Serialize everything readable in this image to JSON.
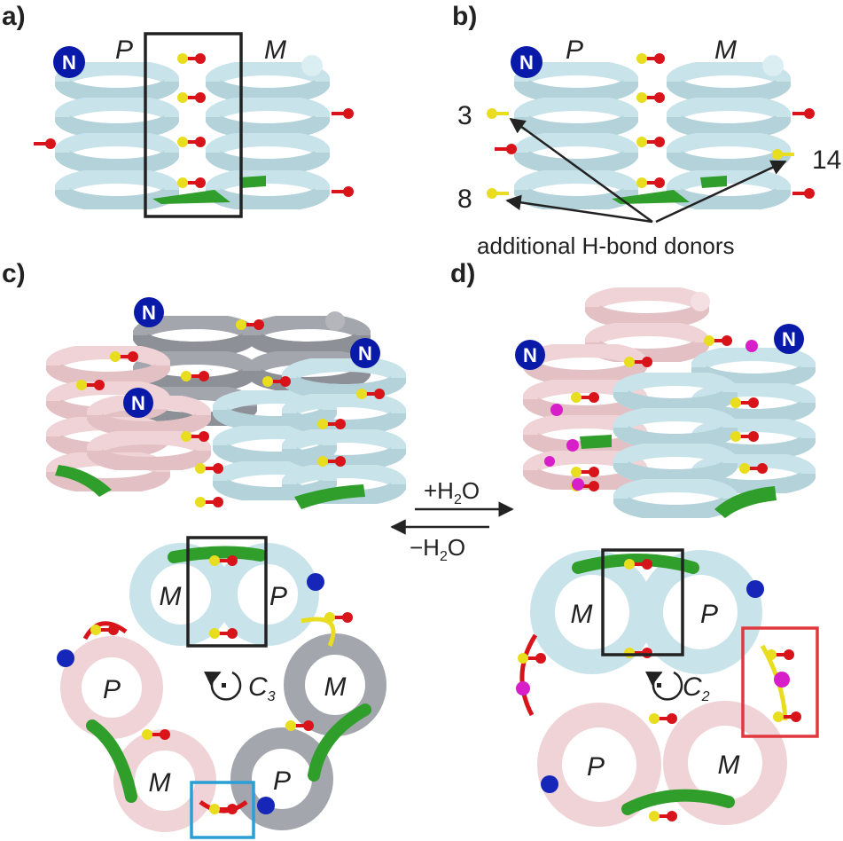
{
  "panels": {
    "a": {
      "label": "a)",
      "helix_left": "P",
      "helix_right": "M",
      "n_badge": "N"
    },
    "b": {
      "label": "b)",
      "helix_left": "P",
      "helix_right": "M",
      "n_badge": "N",
      "residue_3": "3",
      "residue_8": "8",
      "residue_14": "14",
      "annotation": "additional H-bond donors"
    },
    "c": {
      "label": "c)",
      "n_badge": "N",
      "rings": [
        "M",
        "P",
        "P",
        "M",
        "M",
        "P"
      ],
      "symmetry": "C",
      "symmetry_sub": "3"
    },
    "d": {
      "label": "d)",
      "n_badge": "N",
      "rings": [
        "M",
        "P",
        "P",
        "M"
      ],
      "symmetry": "C",
      "symmetry_sub": "2"
    }
  },
  "equilibrium": {
    "forward": "+H",
    "forward_sub": "2",
    "forward_tail": "O",
    "reverse": "−H",
    "reverse_sub": "2",
    "reverse_tail": "O"
  },
  "colors": {
    "blue_helix": "#c9e3ea",
    "pink_helix": "#efd3d6",
    "gray_helix": "#9d9fa6",
    "green_turn": "#2f9e2a",
    "red_group": "#d8141a",
    "yellow_group": "#e8dd1e",
    "magenta_water": "#d81ec8",
    "n_badge": "#0a1aa8",
    "black_box": "#222222",
    "red_box": "#e0383e",
    "blue_box": "#2a9fd6"
  }
}
